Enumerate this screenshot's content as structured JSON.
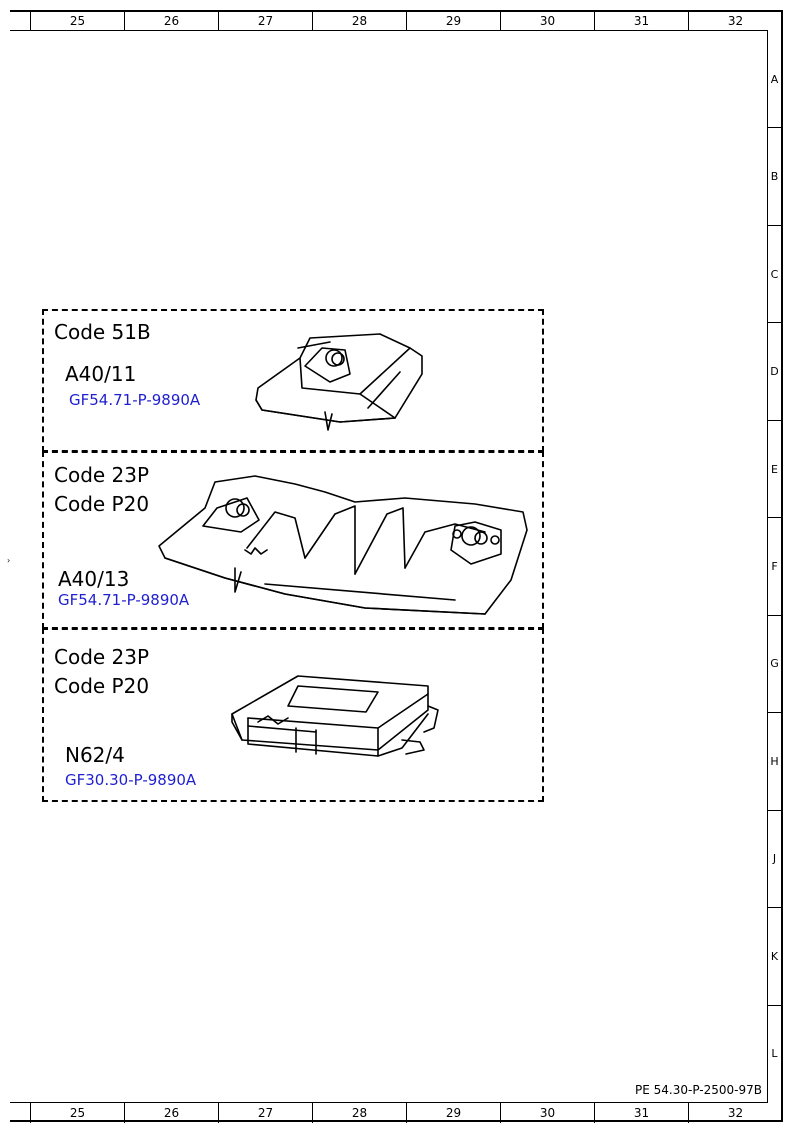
{
  "frame": {
    "columns": [
      "25",
      "26",
      "27",
      "28",
      "29",
      "30",
      "31",
      "32"
    ],
    "rows": [
      "A",
      "B",
      "C",
      "D",
      "E",
      "F",
      "G",
      "H",
      "J",
      "K",
      "L"
    ],
    "left_marker": "›",
    "document_ref": "PE 54.30-P-2500-97B"
  },
  "components": [
    {
      "codes": [
        "Code 51B"
      ],
      "designation": "A40/11",
      "reference": "GF54.71-P-9890A",
      "icon": "nav-module-icon"
    },
    {
      "codes": [
        "Code 23P",
        "Code P20"
      ],
      "designation": "A40/13",
      "reference": "GF54.71-P-9890A",
      "icon": "dual-nav-module-icon"
    },
    {
      "codes": [
        "Code 23P",
        "Code P20"
      ],
      "designation": "N62/4",
      "reference": "GF30.30-P-9890A",
      "icon": "control-unit-icon"
    }
  ],
  "colors": {
    "link": "#1f1fd0",
    "line": "#000000"
  }
}
